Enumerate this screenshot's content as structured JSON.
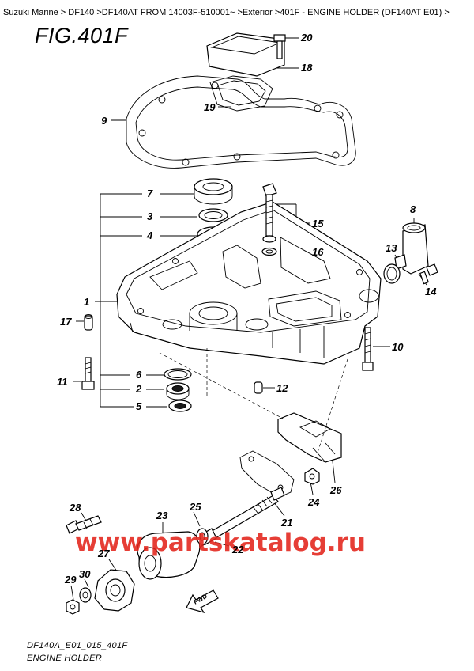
{
  "breadcrumb": [
    "Suzuki Marine",
    " > ",
    "DF140",
    " >",
    "DF140AT FROM 14003F-510001~",
    " >",
    "Exterior",
    " >",
    "401F - ENGINE HOLDER (DF140AT E01)",
    " >"
  ],
  "figure": {
    "title": "FIG.401F",
    "drawing_code": "DF140A_E01_015_401F",
    "drawing_name": "ENGINE HOLDER",
    "watermark": "www.partskatalog.ru",
    "fwd_label": "FWD"
  },
  "callouts": [
    "20",
    "18",
    "19",
    "9",
    "7",
    "3",
    "4",
    "1",
    "17",
    "11",
    "6",
    "2",
    "5",
    "15",
    "16",
    "8",
    "13",
    "14",
    "10",
    "12",
    "26",
    "24",
    "21",
    "28",
    "23",
    "25",
    "22",
    "27",
    "30",
    "29"
  ]
}
